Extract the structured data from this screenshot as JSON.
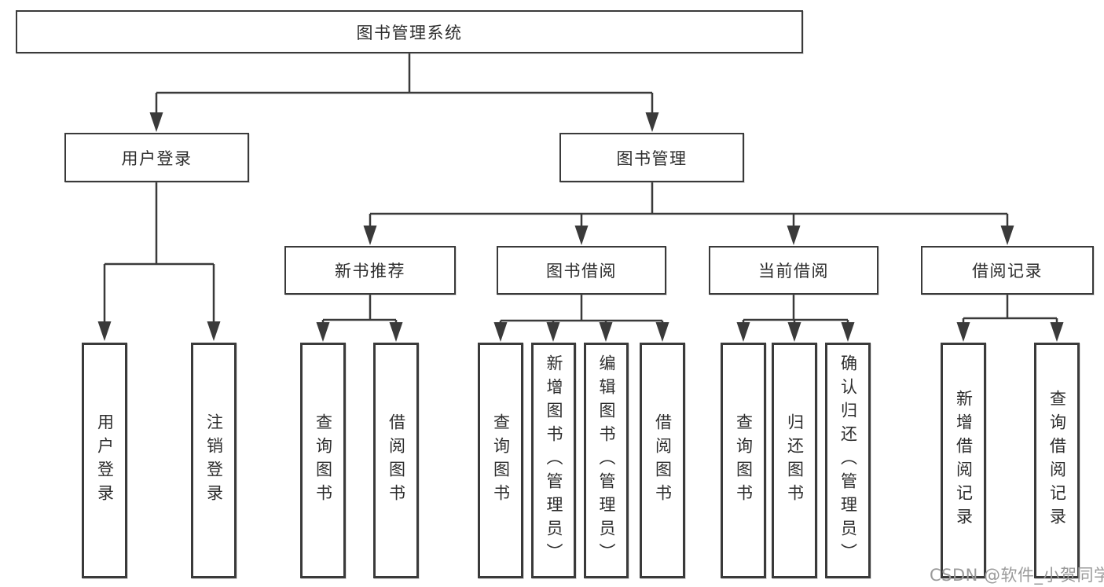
{
  "diagram": {
    "root": "图书管理系统",
    "level2": [
      "用户登录",
      "图书管理"
    ],
    "level3": [
      "新书推荐",
      "图书借阅",
      "当前借阅",
      "借阅记录"
    ],
    "leaves": {
      "user_login": [
        "用户登录",
        "注销登录"
      ],
      "new_books": [
        "查询图书",
        "借阅图书"
      ],
      "book_borrow": [
        "查询图书",
        "新增图书（管理员）",
        "编辑图书（管理员）",
        "借阅图书"
      ],
      "current_borrow": [
        "查询图书",
        "归还图书",
        "确认归还（管理员）"
      ],
      "borrow_records": [
        "新增借阅记录",
        "查询借阅记录"
      ]
    }
  },
  "footer": {
    "watermark": "CSDN @软件_小贺同学"
  },
  "colors": {
    "line": "#3a3a3a",
    "text": "#2d2d2d",
    "watermark": "#9a9a9a",
    "background": "#ffffff"
  }
}
